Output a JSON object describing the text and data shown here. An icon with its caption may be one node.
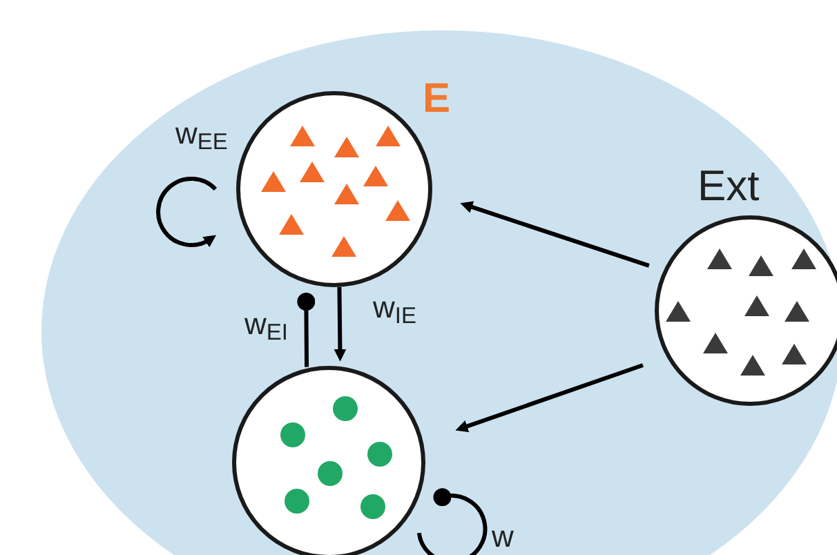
{
  "diagram": {
    "nodes": [
      {
        "text": [],
        "shape": "ellipse"
      },
      {
        "text": [
          "E"
        ],
        "in": 0
      },
      {
        "text": [],
        "shape": "circle",
        "in": 0
      },
      {
        "text": [
          "Ext"
        ],
        "in": 0
      }
    ],
    "edges": [
      {
        "from": 1,
        "to": 1,
        "arrow": "to",
        "label": "w$_{EE}$"
      },
      {
        "from": 3,
        "to": 1,
        "arrow": "to"
      },
      {
        "from": 3,
        "to": 2,
        "arrow": "to"
      },
      {
        "from": 1,
        "to": 2,
        "arrow": "to",
        "label": "w$_{IE}$"
      },
      {
        "from": 2,
        "to": 1,
        "arrow": "other",
        "label": "w$_{EI}$"
      },
      {
        "from": 2,
        "to": 2,
        "arrow": "other",
        "label": "w"
      }
    ]
  }
}
